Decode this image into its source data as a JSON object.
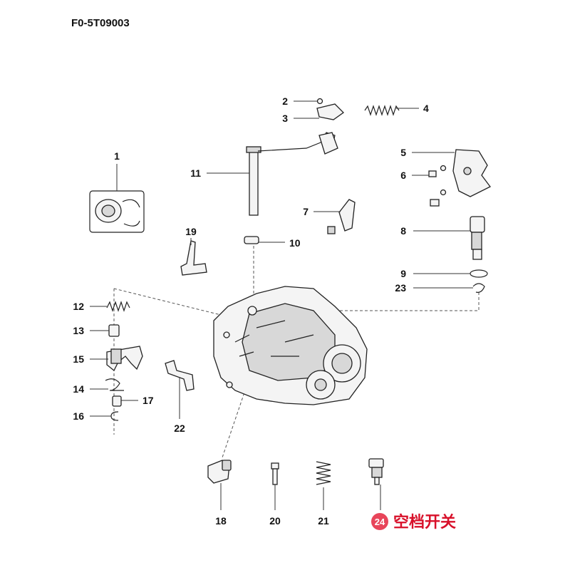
{
  "header": {
    "title": "F0-5T09003"
  },
  "callouts": [
    {
      "id": "p1",
      "num": "1"
    },
    {
      "id": "p2",
      "num": "2"
    },
    {
      "id": "p3",
      "num": "3"
    },
    {
      "id": "p4",
      "num": "4"
    },
    {
      "id": "p5",
      "num": "5"
    },
    {
      "id": "p6",
      "num": "6"
    },
    {
      "id": "p7",
      "num": "7"
    },
    {
      "id": "p8",
      "num": "8"
    },
    {
      "id": "p9",
      "num": "9"
    },
    {
      "id": "p10",
      "num": "10"
    },
    {
      "id": "p11",
      "num": "11"
    },
    {
      "id": "p12",
      "num": "12"
    },
    {
      "id": "p13",
      "num": "13"
    },
    {
      "id": "p14",
      "num": "14"
    },
    {
      "id": "p15",
      "num": "15"
    },
    {
      "id": "p16",
      "num": "16"
    },
    {
      "id": "p17",
      "num": "17"
    },
    {
      "id": "p18",
      "num": "18"
    },
    {
      "id": "p19",
      "num": "19"
    },
    {
      "id": "p20",
      "num": "20"
    },
    {
      "id": "p21",
      "num": "21"
    },
    {
      "id": "p22",
      "num": "22"
    },
    {
      "id": "p23",
      "num": "23"
    }
  ],
  "highlight": {
    "num": "24",
    "label": "空档开关",
    "circle_color": "#e8455a",
    "label_color": "#d8102a"
  }
}
